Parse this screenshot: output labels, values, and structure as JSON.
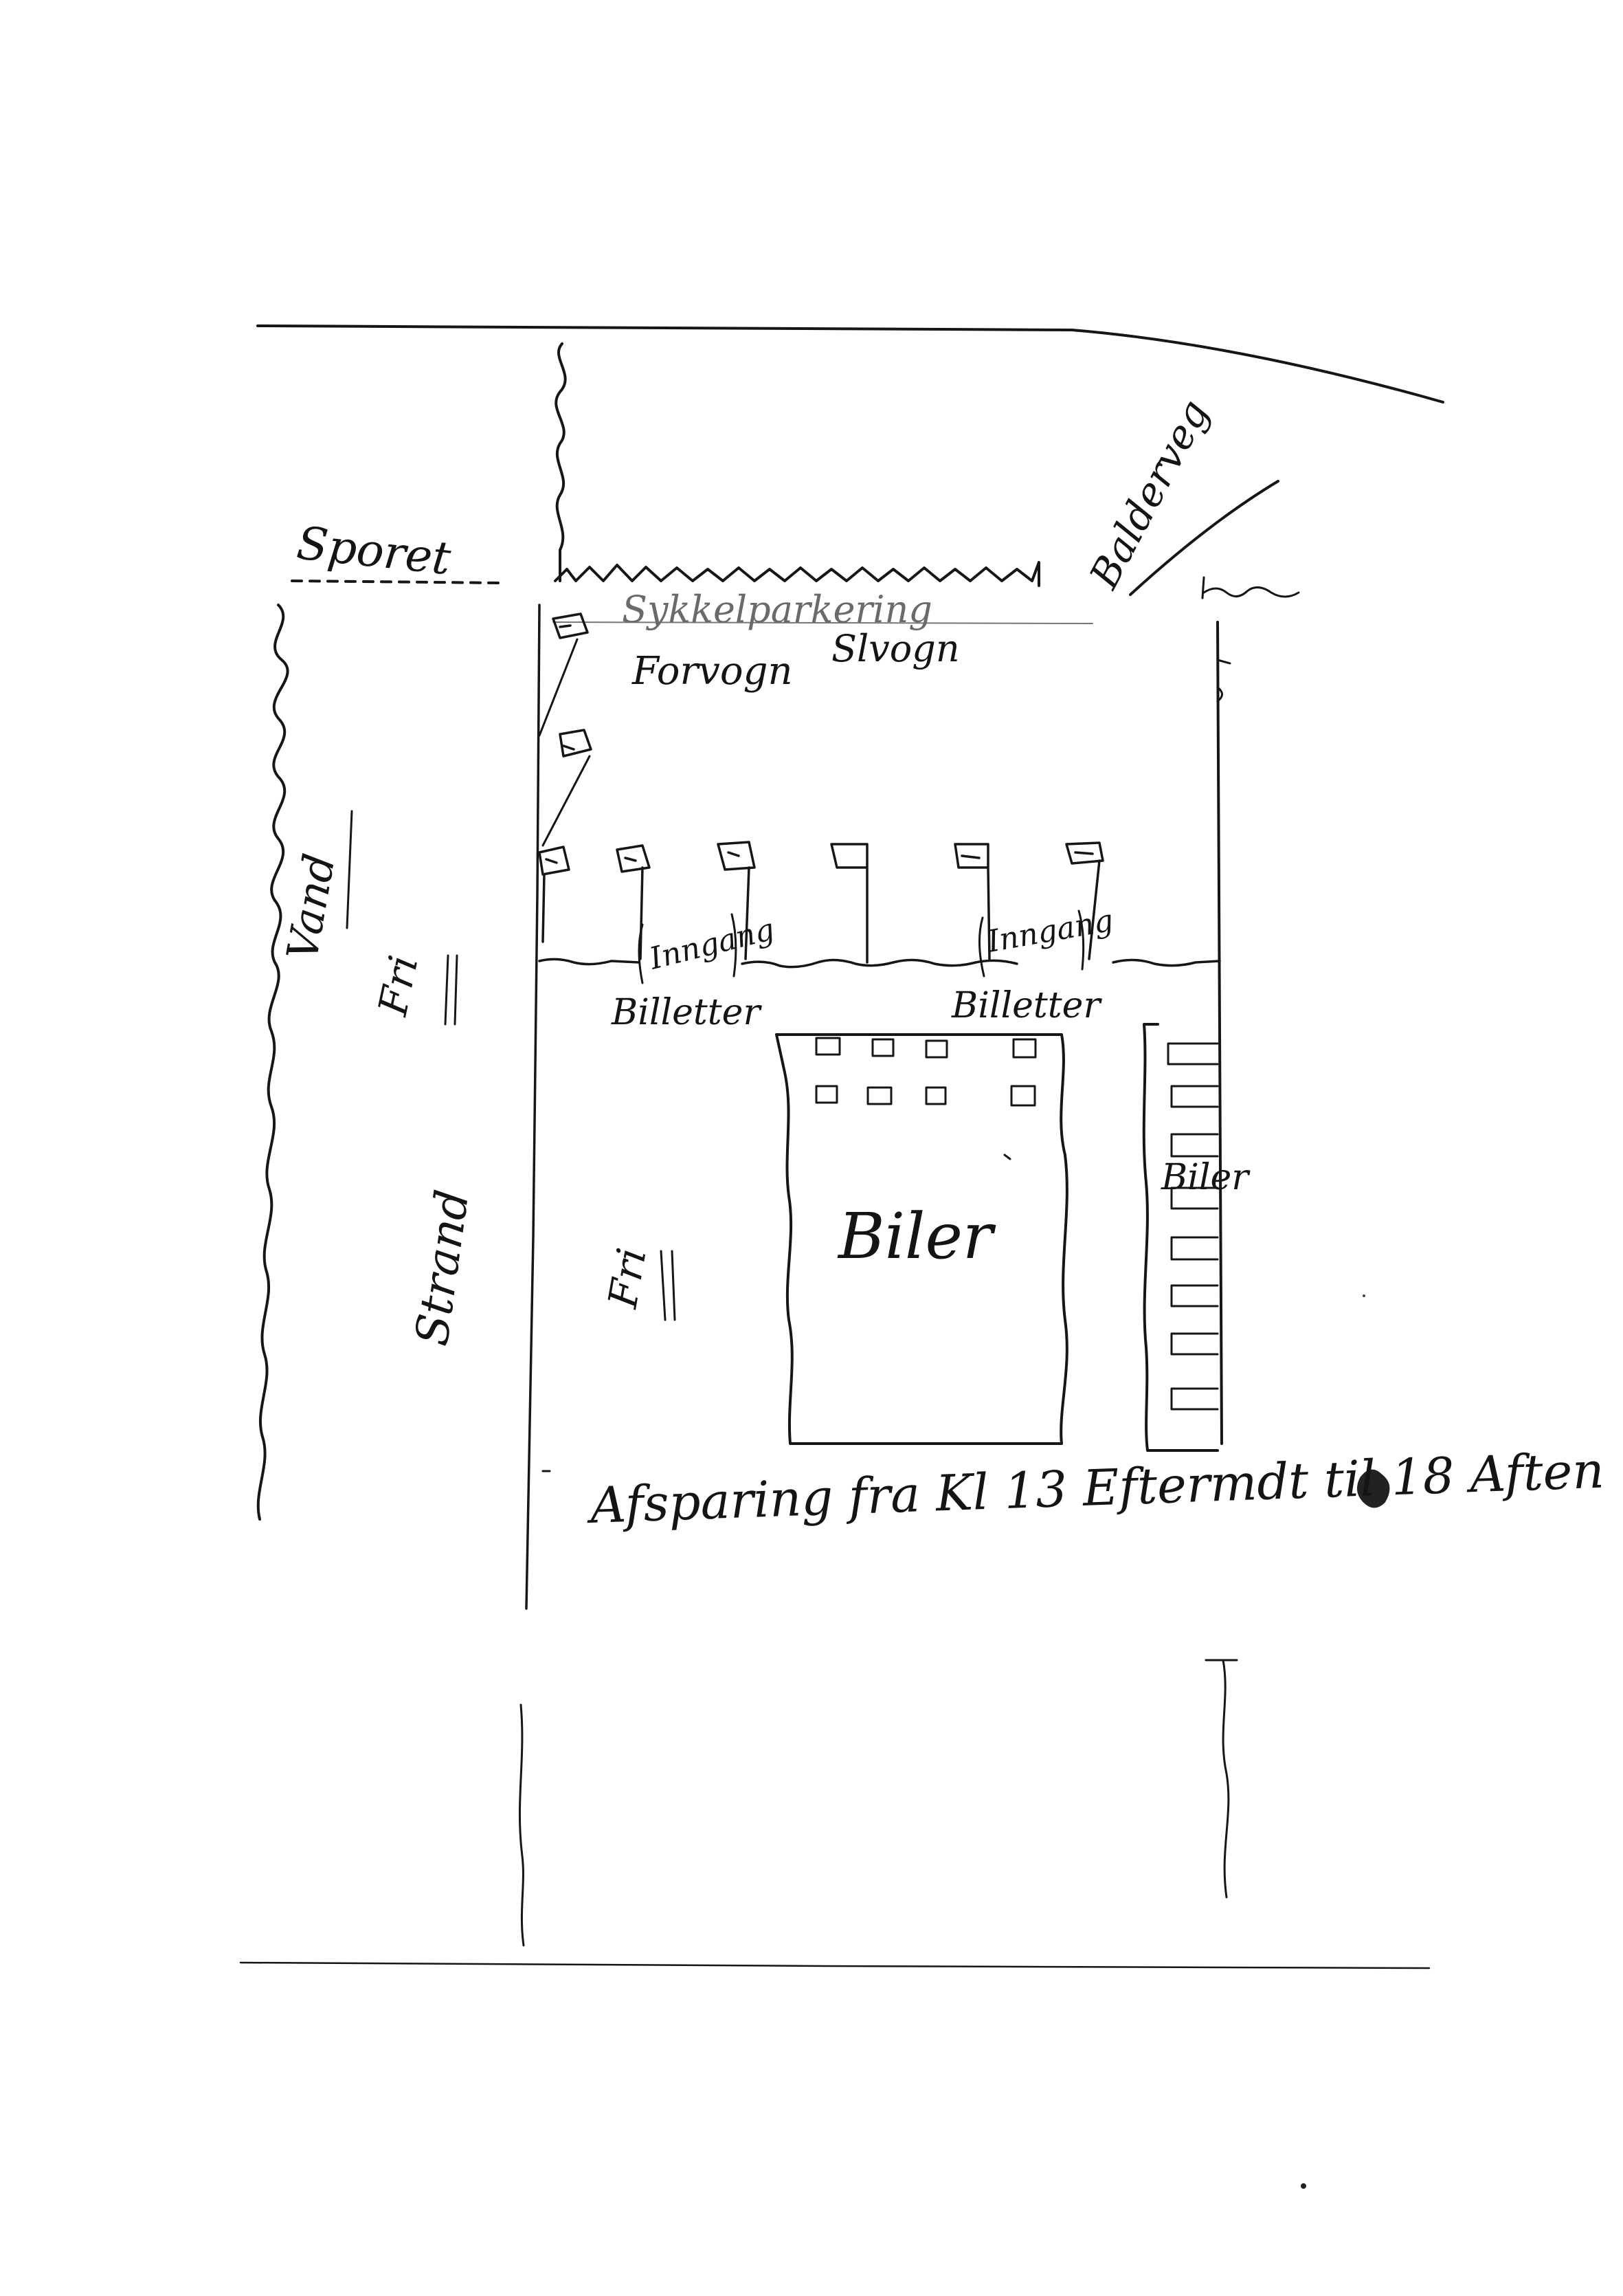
{
  "map": {
    "labels": {
      "sporet": "Sporet",
      "balderveg": "Balderveg",
      "sykkelparkering": "Sykkelparkering",
      "forvogn": "Forvogn",
      "slvogn": "Slvogn",
      "vand": "Vand",
      "fri_left": "Fri",
      "strand": "Strand",
      "fri_mid": "Fri",
      "inngang_left": "Inngang",
      "inngang_right": "Inngang",
      "billetter_left": "Billetter",
      "billetter_right": "Billetter",
      "biler_main": "Biler",
      "biler_right": "Biler",
      "caption": "Afsparing fra Kl 13 Eftermdt til 18 Aften"
    }
  }
}
